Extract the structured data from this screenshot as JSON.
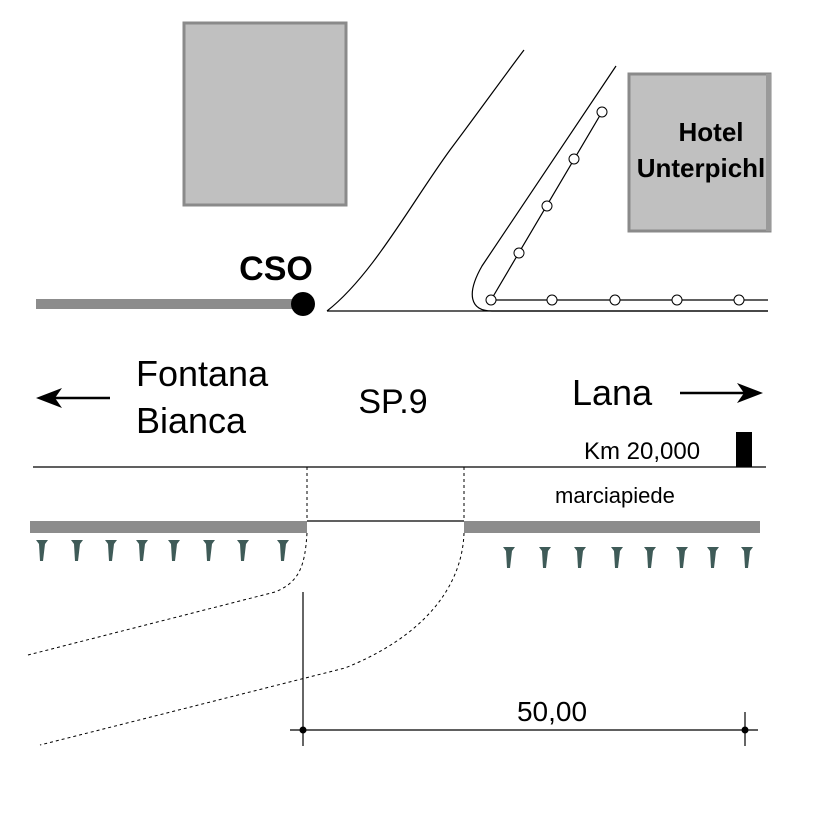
{
  "labels": {
    "cso": "CSO",
    "hotel_line1": "Hotel",
    "hotel_line2": "Unterpichl",
    "west_line1": "Fontana",
    "west_line2": "Bianca",
    "road": "SP.9",
    "east": "Lana",
    "km_marker": "Km 20,000",
    "sidewalk": "marciapiede",
    "dimension": "50,00"
  },
  "icons": {
    "west_arrow": "arrow-left-icon",
    "east_arrow": "arrow-right-icon",
    "trees": "tree-icon",
    "cso_point": "cso-point-icon",
    "km_post": "km-post-icon"
  },
  "colors": {
    "building_fill": "#c0c0c0",
    "building_stroke": "#8a8a8a",
    "kerb": "#8c8c8c",
    "tree": "#3f5b58"
  }
}
